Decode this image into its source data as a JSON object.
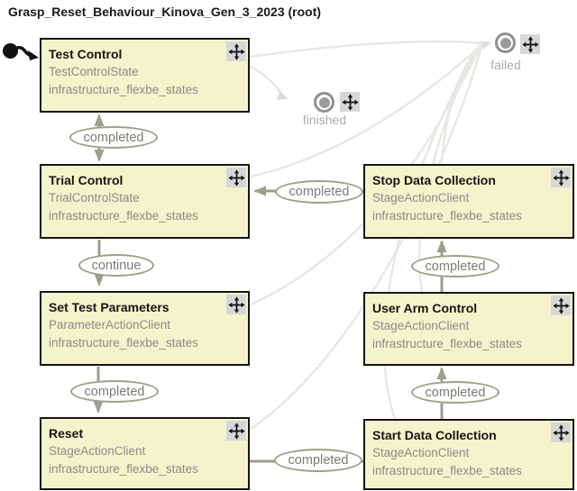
{
  "header": {
    "title": "Grasp_Reset_Behaviour_Kinova_Gen_3_2023 (root)"
  },
  "colors": {
    "state_fill": "#f4f4cc",
    "state_border": "#151515",
    "transition_arrow": "#9f9f8b",
    "muted_transition": "#e7e7e3",
    "secondary_text": "#8a8a8a",
    "outcome_text": "#7c7c74",
    "terminal_label": "#adada9",
    "move_handle_bg": "#d7d7d7"
  },
  "states": [
    {
      "id": "test-control",
      "name": "Test Control",
      "class": "TestControlState",
      "package": "infrastructure_flexbe_states"
    },
    {
      "id": "trial-control",
      "name": "Trial Control",
      "class": "TrialControlState",
      "package": "infrastructure_flexbe_states"
    },
    {
      "id": "set-test-parameters",
      "name": "Set Test Parameters",
      "class": "ParameterActionClient",
      "package": "infrastructure_flexbe_states"
    },
    {
      "id": "reset",
      "name": "Reset",
      "class": "StageActionClient",
      "package": "infrastructure_flexbe_states"
    },
    {
      "id": "stop-data-collection",
      "name": "Stop Data Collection",
      "class": "StageActionClient",
      "package": "infrastructure_flexbe_states"
    },
    {
      "id": "user-arm-control",
      "name": "User Arm Control",
      "class": "StageActionClient",
      "package": "infrastructure_flexbe_states"
    },
    {
      "id": "start-data-collection",
      "name": "Start Data Collection",
      "class": "StageActionClient",
      "package": "infrastructure_flexbe_states"
    }
  ],
  "transitions": [
    {
      "label": "completed",
      "from": "Test Control",
      "to": "Trial Control"
    },
    {
      "label": "continue",
      "from": "Trial Control",
      "to": "Set Test Parameters"
    },
    {
      "label": "completed",
      "from": "Set Test Parameters",
      "to": "Reset"
    },
    {
      "label": "completed",
      "from": "Reset",
      "to": "Start Data Collection"
    },
    {
      "label": "completed",
      "from": "Start Data Collection",
      "to": "User Arm Control"
    },
    {
      "label": "completed",
      "from": "User Arm Control",
      "to": "Stop Data Collection"
    },
    {
      "label": "completed",
      "from": "Stop Data Collection",
      "to": "Trial Control"
    }
  ],
  "terminals": [
    {
      "label": "finished"
    },
    {
      "label": "failed"
    }
  ]
}
